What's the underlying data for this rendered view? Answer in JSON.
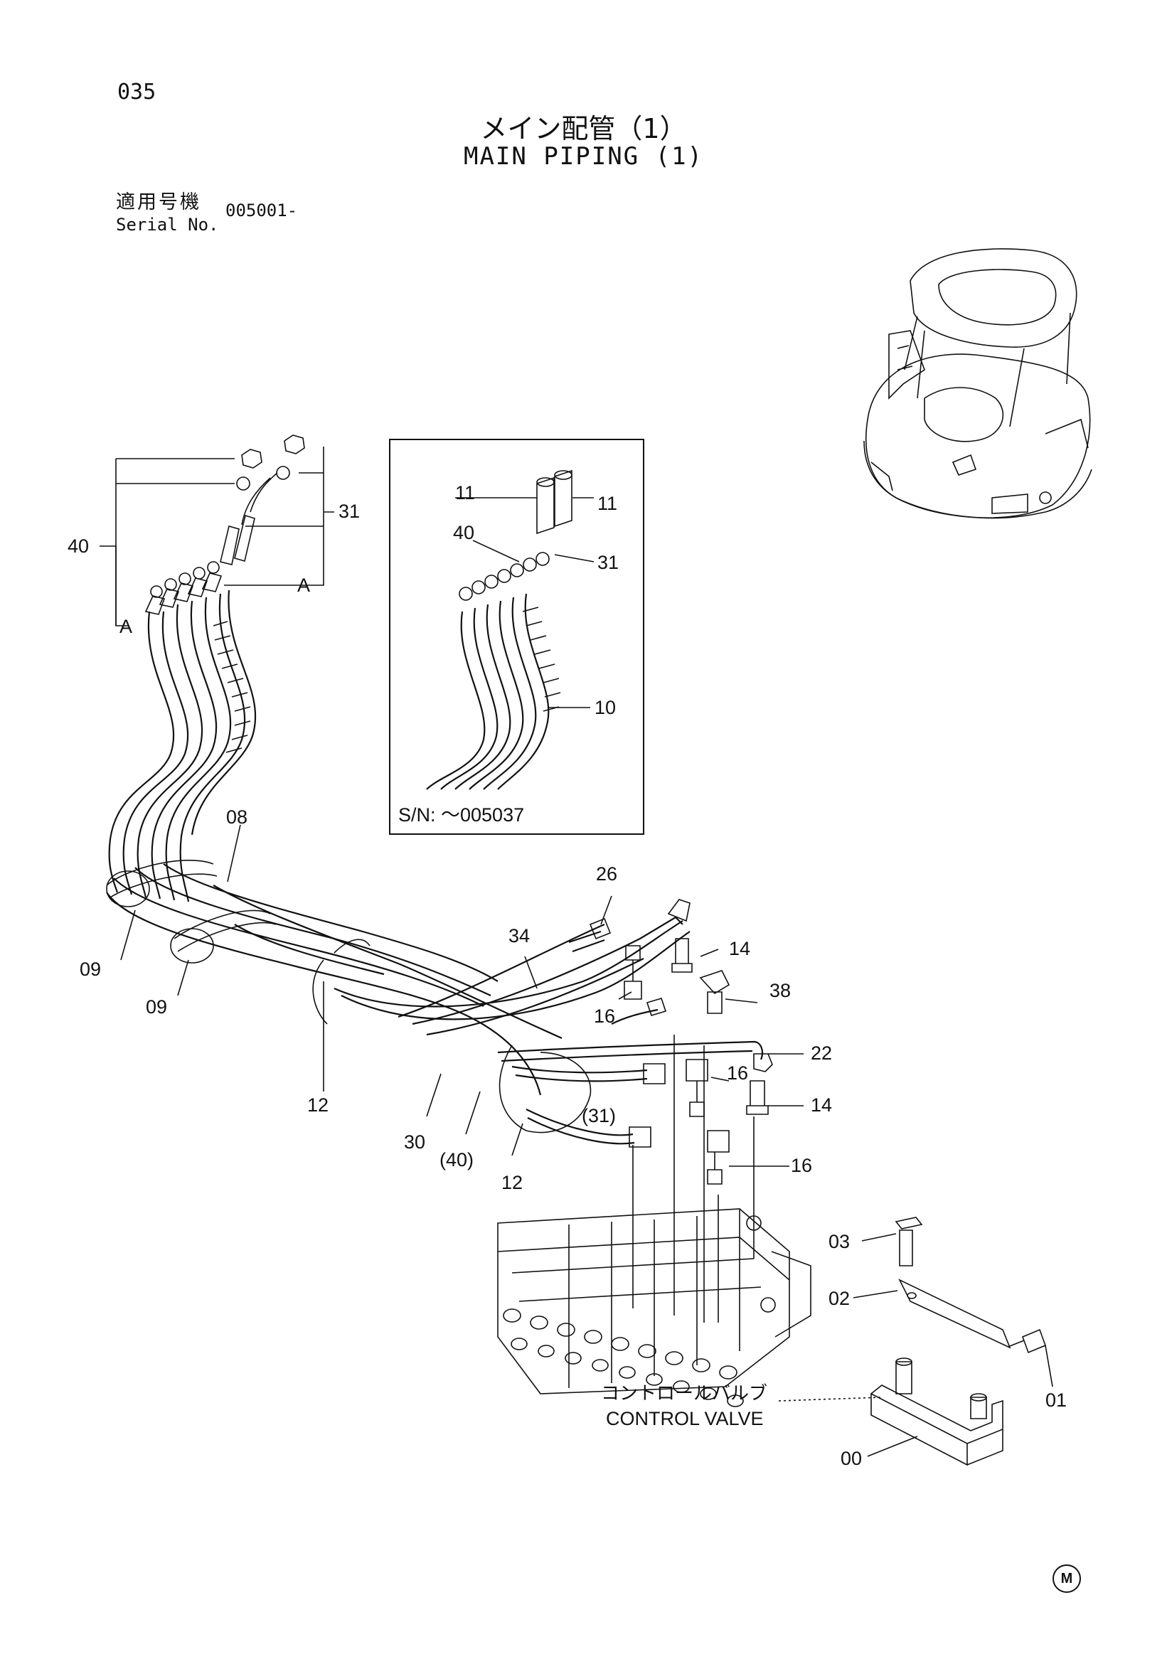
{
  "header": {
    "page_number": "035",
    "title_jp": "メイン配管（1）",
    "title_en": "MAIN PIPING (1)",
    "serial_label_jp": "適用号機",
    "serial_label_en": "Serial No.",
    "serial_value": "005001-"
  },
  "inset": {
    "serial_note": "S/N: ～005037"
  },
  "component_labels": {
    "control_valve_jp": "コントロールバルブ",
    "control_valve_en": "CONTROL VALVE"
  },
  "callouts": {
    "c40": "40",
    "c31": "31",
    "cA": "A",
    "c08": "08",
    "c09": "09",
    "c12": "12",
    "c30": "30",
    "c40p": "(40)",
    "c31p": "(31)",
    "c26": "26",
    "c34": "34",
    "c14": "14",
    "c16": "16",
    "c38": "38",
    "c22": "22",
    "c03": "03",
    "c02": "02",
    "c01": "01",
    "c00": "00",
    "c11": "11",
    "c10": "10"
  },
  "footer_mark": "M"
}
